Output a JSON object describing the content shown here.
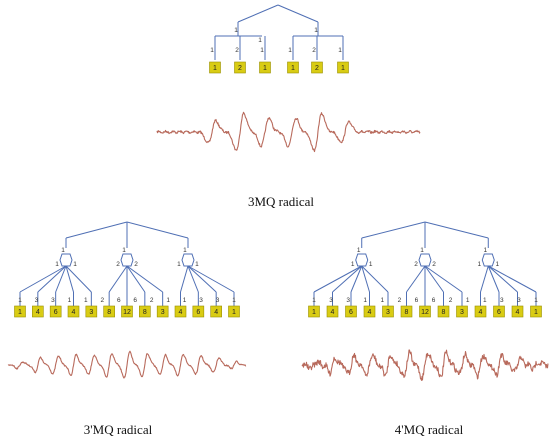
{
  "colors": {
    "tree": "#4f6fb4",
    "box_fill": "#d9cc14",
    "box_stroke": "#9a8f00",
    "box_text": "#222222",
    "spectrum": "#b86a5c",
    "text": "#333333"
  },
  "panels": [
    {
      "caption": "3MQ radical",
      "levels": [
        [
          "1"
        ],
        [
          "1",
          "1"
        ],
        [
          "1",
          "2",
          "1",
          "1",
          "2",
          "1"
        ]
      ],
      "intensities": [
        "1",
        "2",
        "1",
        "1",
        "2",
        "1"
      ]
    },
    {
      "caption": "3'MQ radical",
      "levels": [
        [
          "1",
          "1",
          "1"
        ],
        [
          "1",
          "1",
          "2",
          "2",
          "1",
          "1"
        ],
        [
          "1",
          "3",
          "3",
          "1",
          "1",
          "2",
          "6",
          "6",
          "2",
          "1",
          "1",
          "3",
          "3",
          "1"
        ]
      ],
      "intensities": [
        "1",
        "4",
        "6",
        "4",
        "3",
        "8",
        "12",
        "8",
        "3",
        "4",
        "6",
        "4",
        "1"
      ]
    },
    {
      "caption": "4'MQ radical",
      "levels": [
        [
          "1",
          "1",
          "1"
        ],
        [
          "1",
          "1",
          "2",
          "2",
          "1",
          "1"
        ],
        [
          "1",
          "3",
          "3",
          "1",
          "1",
          "2",
          "6",
          "6",
          "2",
          "1",
          "1",
          "3",
          "3",
          "1"
        ]
      ],
      "intensities": [
        "1",
        "4",
        "6",
        "4",
        "3",
        "8",
        "12",
        "8",
        "3",
        "4",
        "6",
        "4",
        "1"
      ]
    }
  ]
}
